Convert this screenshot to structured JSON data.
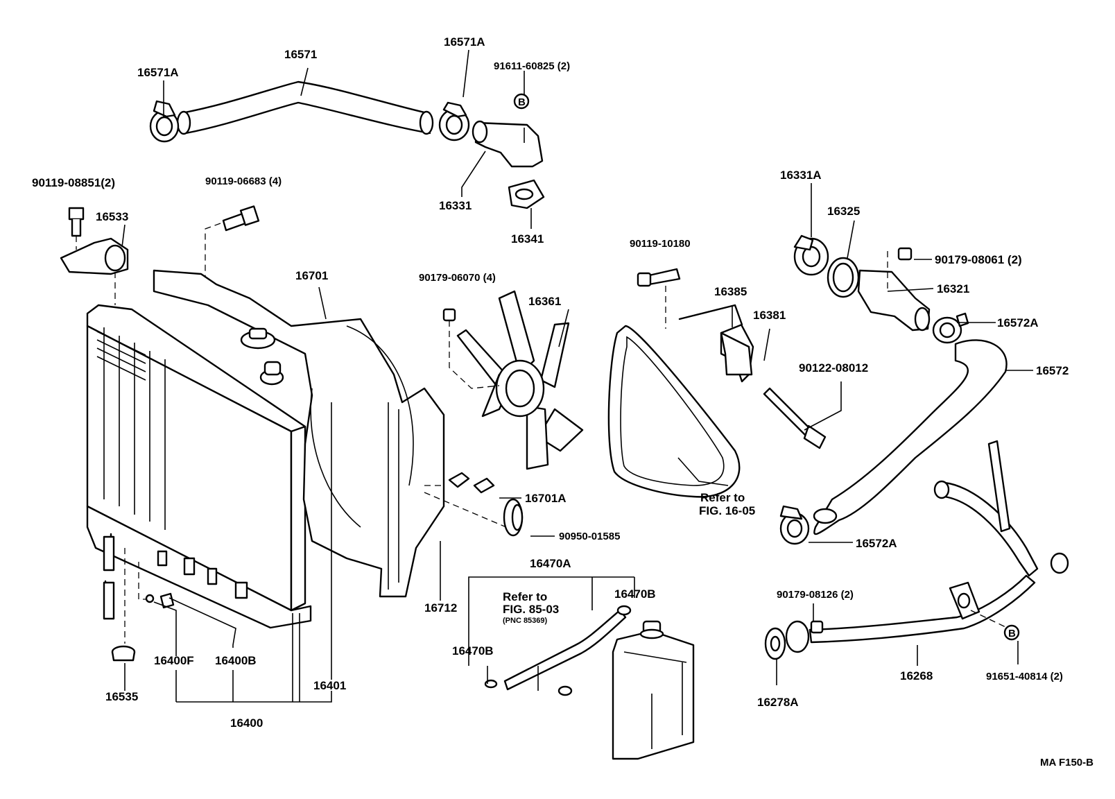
{
  "figure_code": "MA F150-B",
  "labels": {
    "p16571": "16571",
    "p16571A_left": "16571A",
    "p16571A_right": "16571A",
    "p91611": "91611-60825 (2)",
    "p16331": "16331",
    "p16341": "16341",
    "p90119_08851": "90119-08851(2)",
    "p16533": "16533",
    "p90119_06683": "90119-06683 (4)",
    "p16701": "16701",
    "p90179_06070": "90179-06070 (4)",
    "p16361": "16361",
    "p90119_10180": "90119-10180",
    "p16385": "16385",
    "p16381": "16381",
    "p16331A": "16331A",
    "p16325": "16325",
    "p90179_08061": "90179-08061 (2)",
    "p16321": "16321",
    "p16572A_top": "16572A",
    "p16572": "16572",
    "p90122": "90122-08012",
    "p16701A": "16701A",
    "p90950": "90950-01585",
    "p16470A": "16470A",
    "refer1_line1": "Refer to",
    "refer1_line2": "FIG. 16-05",
    "p16572A_bottom": "16572A",
    "refer2_line1": "Refer to",
    "refer2_line2": "FIG. 85-03",
    "refer2_line3": "(PNC 85369)",
    "p16470B_top": "16470B",
    "p16712": "16712",
    "p16470B_left": "16470B",
    "p90179_08126": "90179-08126 (2)",
    "p16400F": "16400F",
    "p16400B": "16400B",
    "p16401": "16401",
    "p16535": "16535",
    "p16400": "16400",
    "p16268": "16268",
    "p16278A": "16278A",
    "p91651": "91651-40814 (2)",
    "marker_b_1": "B",
    "marker_b_2": "B"
  }
}
